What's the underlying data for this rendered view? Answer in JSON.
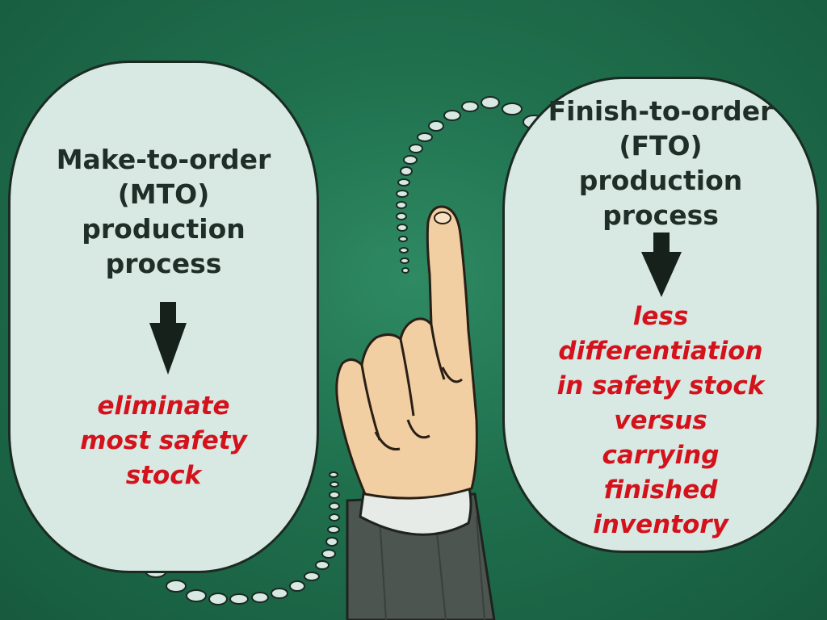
{
  "left_bubble": {
    "title": "Make-to-order\n(MTO)\nproduction\nprocess",
    "result": "eliminate\nmost safety\nstock",
    "arrow_icon": "down-arrow-icon"
  },
  "right_bubble": {
    "title": "Finish-to-order\n(FTO)\nproduction\nprocess",
    "result": "less\ndifferentiation\nin safety stock\nversus\ncarrying\nfinished\ninventory",
    "arrow_icon": "down-arrow-icon"
  },
  "colors": {
    "background": "#1f6f4d",
    "bubble_fill": "#d8e8e3",
    "title_text": "#1f2e27",
    "result_text": "#d4121c",
    "arrow": "#16211b"
  }
}
